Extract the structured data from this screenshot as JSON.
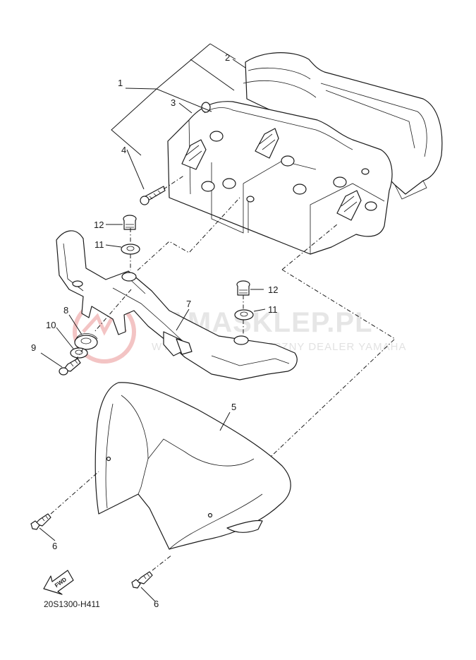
{
  "diagram": {
    "code": "20S1300-H411",
    "fwd": "FWD",
    "watermark": {
      "brand": "YAMASKLEP.PL",
      "tagline": "WYSYŁKA NA TECHNICZNY DEALER YAMAHA"
    },
    "callouts": [
      "1",
      "2",
      "3",
      "4",
      "5",
      "6",
      "7",
      "8",
      "9",
      "10",
      "11",
      "12"
    ]
  },
  "colors": {
    "line": "#1a1a1a",
    "watermark_logo": "#f3b8b8",
    "watermark_text": "#e4e4e4"
  }
}
